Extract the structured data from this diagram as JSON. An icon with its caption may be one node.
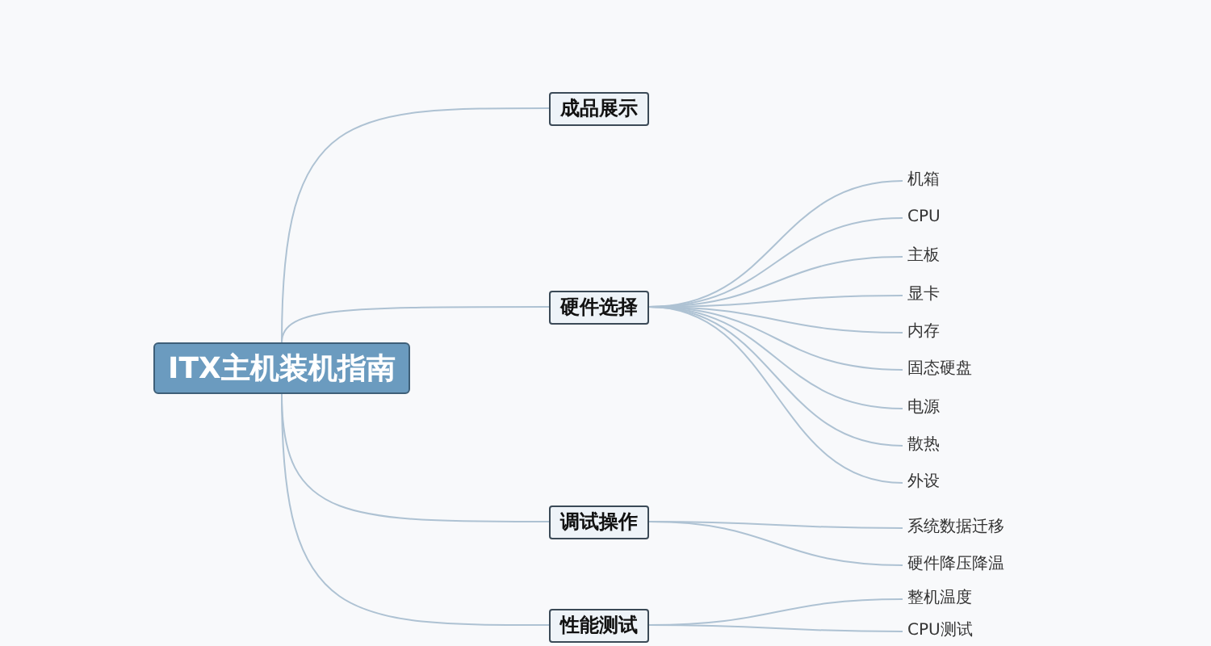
{
  "diagram": {
    "nodes": [
      {
        "text": [
          "ITX主机装机指南"
        ]
      },
      {
        "text": [
          "成品展示"
        ]
      },
      {
        "text": [
          "硬件选择"
        ]
      },
      {
        "text": [
          "机箱"
        ]
      },
      {
        "text": [
          "CPU"
        ]
      },
      {
        "text": [
          "主板"
        ]
      },
      {
        "text": [
          "显卡"
        ]
      },
      {
        "text": [
          "内存"
        ]
      },
      {
        "text": [
          "固态硬盘"
        ]
      },
      {
        "text": [
          "电源"
        ]
      },
      {
        "text": [
          "散热"
        ]
      },
      {
        "text": [
          "外设"
        ]
      },
      {
        "text": [
          "调试操作"
        ]
      },
      {
        "text": [
          "系统数据迁移"
        ]
      },
      {
        "text": [
          "硬件降压降温"
        ]
      },
      {
        "text": [
          "性能测试"
        ]
      },
      {
        "text": [
          "整机温度"
        ]
      },
      {
        "text": [
          "CPU测试"
        ]
      }
    ],
    "edges": [
      {
        "from": 0,
        "to": 1,
        "arrow": "none"
      },
      {
        "from": 0,
        "to": 2,
        "arrow": "none"
      },
      {
        "from": 0,
        "to": 12,
        "arrow": "none"
      },
      {
        "from": 0,
        "to": 15,
        "arrow": "none"
      },
      {
        "from": 2,
        "to": 3,
        "arrow": "none"
      },
      {
        "from": 2,
        "to": 4,
        "arrow": "none"
      },
      {
        "from": 2,
        "to": 5,
        "arrow": "none"
      },
      {
        "from": 2,
        "to": 6,
        "arrow": "none"
      },
      {
        "from": 2,
        "to": 7,
        "arrow": "none"
      },
      {
        "from": 2,
        "to": 8,
        "arrow": "none"
      },
      {
        "from": 2,
        "to": 9,
        "arrow": "none"
      },
      {
        "from": 2,
        "to": 10,
        "arrow": "none"
      },
      {
        "from": 2,
        "to": 11,
        "arrow": "none"
      },
      {
        "from": 12,
        "to": 13,
        "arrow": "none"
      },
      {
        "from": 12,
        "to": 14,
        "arrow": "none"
      },
      {
        "from": 15,
        "to": 16,
        "arrow": "none"
      },
      {
        "from": 15,
        "to": 17,
        "arrow": "none"
      }
    ]
  }
}
